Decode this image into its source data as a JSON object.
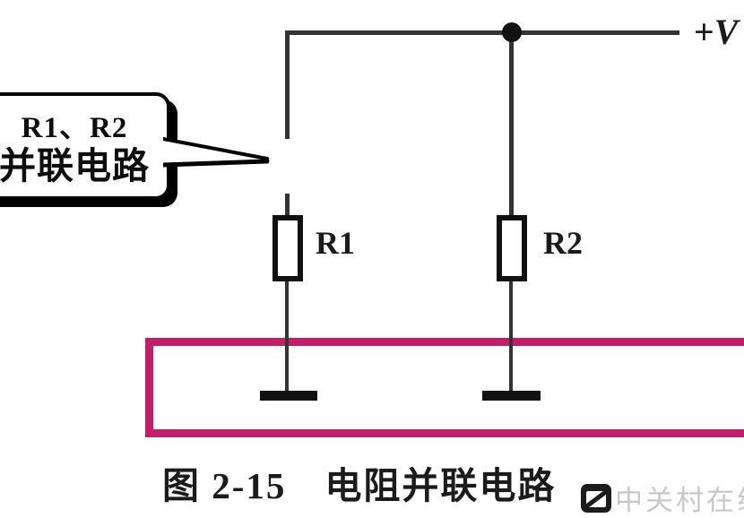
{
  "callout": {
    "line1": "R1、R2",
    "line2": "并联电路"
  },
  "circuit": {
    "supply_plus": "+",
    "supply_v": "V",
    "r1_label": "R1",
    "r2_label": "R2"
  },
  "caption": "图 2-15　电阻并联电路",
  "watermark": {
    "text": "中关村在线"
  },
  "colors": {
    "highlight_box": "#c31c69",
    "wire": "#333333",
    "component_ink": "#111111",
    "watermark_text": "#c8c8c8"
  }
}
